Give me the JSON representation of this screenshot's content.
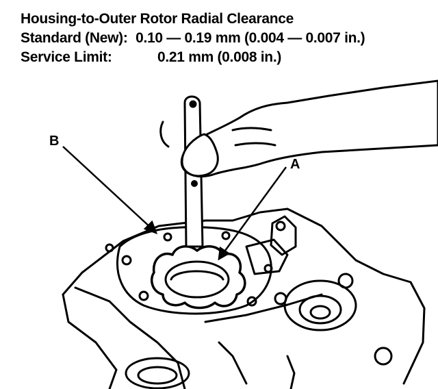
{
  "spec": {
    "title": "Housing-to-Outer Rotor Radial Clearance",
    "standard_label": "Standard (New):",
    "standard_value": "0.10 — 0.19 mm (0.004 — 0.007 in.)",
    "limit_label": "Service Limit:",
    "limit_value": "0.21 mm (0.008 in.)"
  },
  "callouts": {
    "a": "A",
    "b": "B"
  }
}
